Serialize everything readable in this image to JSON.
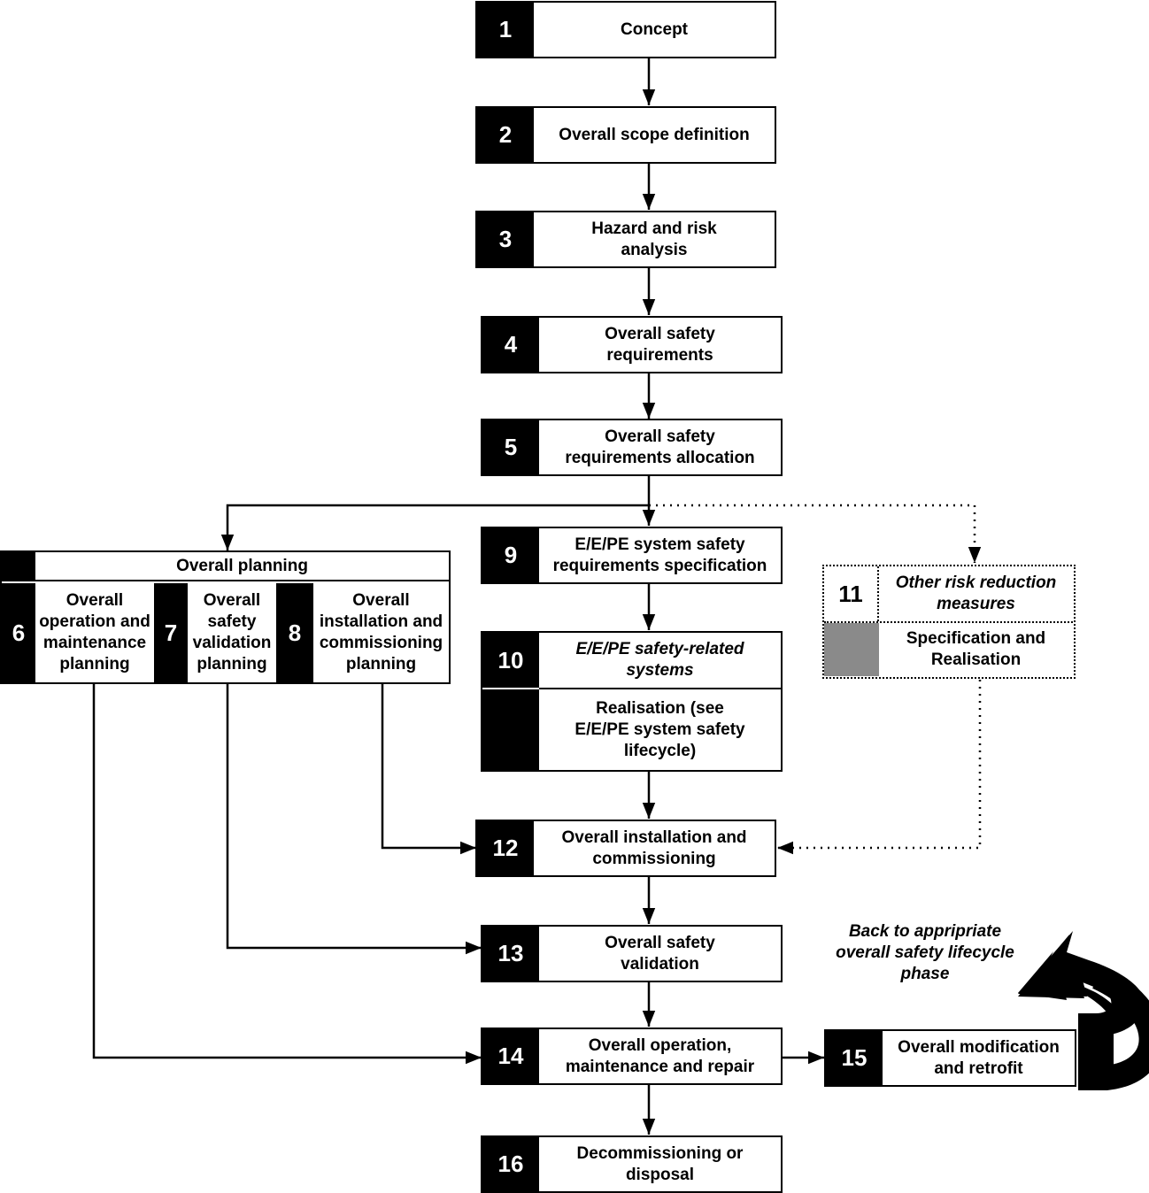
{
  "phases": {
    "p1": {
      "num": "1",
      "label": "Concept"
    },
    "p2": {
      "num": "2",
      "label": "Overall scope definition"
    },
    "p3": {
      "num": "3",
      "label": "Hazard and risk analysis"
    },
    "p4": {
      "num": "4",
      "label": "Overall safety requirements"
    },
    "p5": {
      "num": "5",
      "label": "Overall safety requirements allocation"
    },
    "p6": {
      "num": "6",
      "label": "Overall operation and maintenance planning"
    },
    "p7": {
      "num": "7",
      "label": "Overall safety validation planning"
    },
    "p8": {
      "num": "8",
      "label": "Overall installation and commissioning planning"
    },
    "p9": {
      "num": "9",
      "label": "E/E/PE system safety requirements specification"
    },
    "p10": {
      "num": "10",
      "label": "E/E/PE safety-related systems",
      "sublabel": "Realisation (see E/E/PE system safety lifecycle)"
    },
    "p11": {
      "num": "11",
      "label": "Other risk reduction measures",
      "sublabel": "Specification and Realisation"
    },
    "p12": {
      "num": "12",
      "label": "Overall installation and commissioning"
    },
    "p13": {
      "num": "13",
      "label": "Overall safety validation"
    },
    "p14": {
      "num": "14",
      "label": "Overall operation, maintenance and repair"
    },
    "p15": {
      "num": "15",
      "label": "Overall modification and retrofit"
    },
    "p16": {
      "num": "16",
      "label": "Decommissioning or disposal"
    }
  },
  "planning_header": "Overall planning",
  "back_note": "Back to appripriate overall safety lifecycle phase"
}
